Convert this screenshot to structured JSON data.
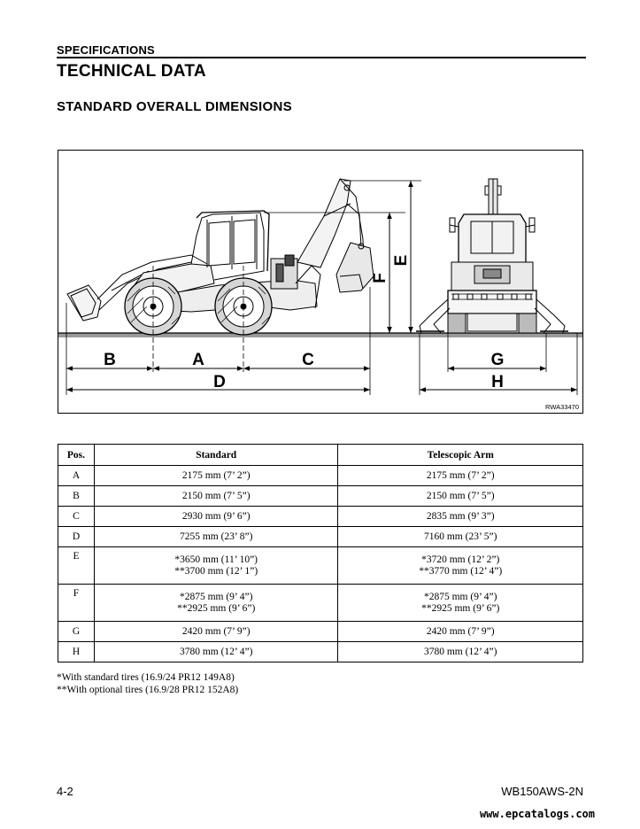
{
  "header": {
    "section": "SPECIFICATIONS",
    "title": "TECHNICAL DATA",
    "subtitle": "STANDARD OVERALL DIMENSIONS"
  },
  "figure": {
    "reference": "RWA33470",
    "dimension_labels": {
      "A": "A",
      "B": "B",
      "C": "C",
      "D": "D",
      "E": "E",
      "F": "F",
      "G": "G",
      "H": "H"
    }
  },
  "table": {
    "headers": {
      "pos": "Pos.",
      "standard": "Standard",
      "telescopic": "Telescopic Arm"
    },
    "rows": [
      {
        "pos": "A",
        "standard": [
          "2175 mm (7’ 2”)"
        ],
        "telescopic": [
          "2175 mm (7’ 2”)"
        ]
      },
      {
        "pos": "B",
        "standard": [
          "2150 mm (7’ 5”)"
        ],
        "telescopic": [
          "2150 mm (7’ 5”)"
        ]
      },
      {
        "pos": "C",
        "standard": [
          "2930 mm (9’ 6”)"
        ],
        "telescopic": [
          "2835 mm (9’ 3”)"
        ]
      },
      {
        "pos": "D",
        "standard": [
          "7255 mm (23’ 8”)"
        ],
        "telescopic": [
          "7160 mm (23’ 5”)"
        ]
      },
      {
        "pos": "E",
        "standard": [
          "*3650 mm (11’ 10”)",
          "**3700 mm (12’ 1”)"
        ],
        "telescopic": [
          "*3720 mm (12’ 2”)",
          "**3770 mm (12’ 4”)"
        ]
      },
      {
        "pos": "F",
        "standard": [
          "*2875 mm (9’ 4”)",
          "**2925 mm (9’ 6”)"
        ],
        "telescopic": [
          "*2875 mm (9’ 4”)",
          "**2925 mm (9’ 6”)"
        ]
      },
      {
        "pos": "G",
        "standard": [
          "2420 mm (7’ 9”)"
        ],
        "telescopic": [
          "2420 mm (7’ 9”)"
        ]
      },
      {
        "pos": "H",
        "standard": [
          "3780 mm (12’ 4”)"
        ],
        "telescopic": [
          "3780 mm (12’ 4”)"
        ]
      }
    ]
  },
  "footnotes": [
    "*With standard tires (16.9/24 PR12 149A8)",
    "**With optional tires (16.9/28 PR12 152A8)"
  ],
  "footer": {
    "page_number": "4-2",
    "model": "WB150AWS-2N",
    "watermark": "www.epcatalogs.com"
  }
}
